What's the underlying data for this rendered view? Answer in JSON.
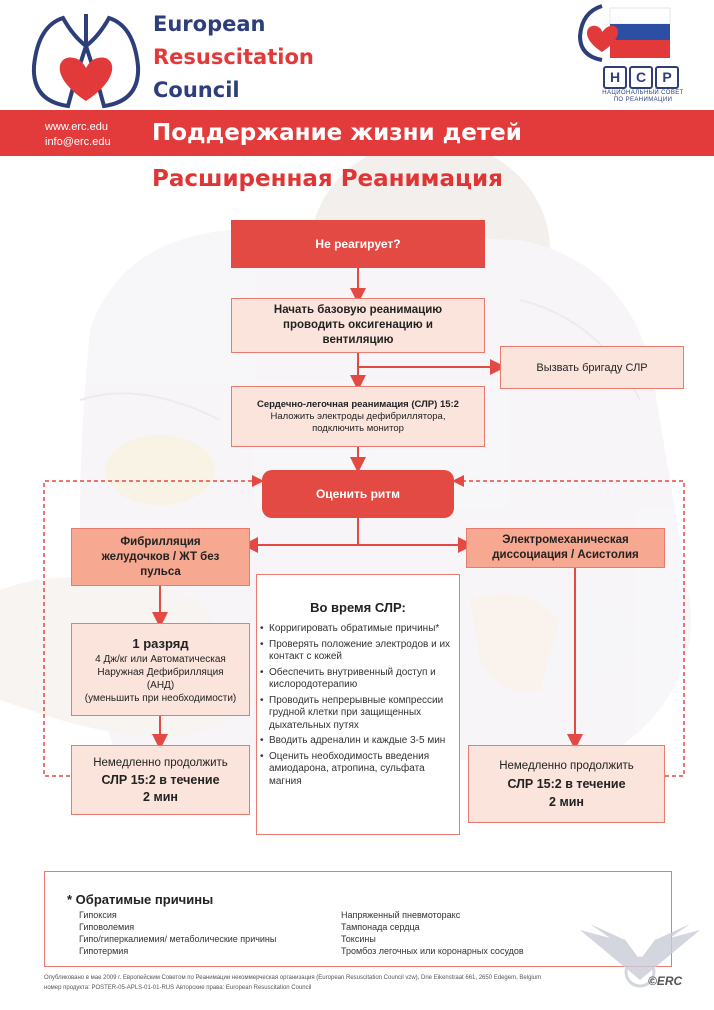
{
  "header": {
    "org_line1": "European",
    "org_line2": "Resuscitation",
    "org_line3": "Council",
    "web": "www.erc.edu",
    "email": "info@erc.edu",
    "title": "Поддержание жизни детей",
    "subtitle": "Расширенная Реанимация",
    "nsr_letters": [
      "Н",
      "С",
      "Р"
    ],
    "nsr_caption_line1": "НАЦИОНАЛЬНЫЙ СОВЕТ",
    "nsr_caption_line2": "ПО РЕАНИМАЦИИ"
  },
  "flow": {
    "unresponsive": "Не реагирует?",
    "bls": [
      "Начать базовую реанимацию",
      "проводить оксигенацию и",
      "вентиляцию"
    ],
    "call_team": "Вызвать бригаду СЛР",
    "cpr_title": "Сердечно-легочная реанимация (СЛР) 15:2",
    "cpr_lines": [
      "Наложить электроды дефибриллятора,",
      "подключить монитор"
    ],
    "assess": "Оценить ритм",
    "shockable": [
      "Фибрилляция",
      "желудочков / ЖТ без",
      "пульса"
    ],
    "nonshockable": [
      "Электромеханическая",
      "диссоциация / Асистолия"
    ],
    "shock_title": "1 разряд",
    "shock_lines": [
      "4 Дж/кг или Автоматическая",
      "Наружная Дефибрилляция",
      "(АНД)",
      "(уменьшить при необходимости)"
    ],
    "continue_left": [
      "Немедленно продолжить",
      "СЛР 15:2 в течение",
      "2 мин"
    ],
    "continue_right": [
      "Немедленно продолжить",
      "СЛР 15:2 в течение",
      "2 мин"
    ]
  },
  "during_cpr": {
    "title": "Во время СЛР:",
    "items": [
      "Корригировать обратимые причины*",
      "Проверять положение электродов и их контакт с кожей",
      "Обеспечить внутривенный доступ и кислородотерапию",
      "Проводить непрерывные компрессии грудной клетки при защищенных дыхательных путях",
      "Вводить адреналин и каждые 3-5 мин",
      "Оценить необходимость введения амиодарона, атропина, сульфата магния"
    ]
  },
  "reversible": {
    "title": "* Обратимые причины",
    "left": [
      "Гипоксия",
      "Гиповолемия",
      "Гипо/гиперкалиемия/ метаболические причины",
      "Гипотермия"
    ],
    "right": [
      "Напряженный пневмоторакс",
      "Тампонада сердца",
      "Токсины",
      "Тромбоз легочных или коронарных сосудов"
    ]
  },
  "footer": {
    "line1": "Опубликовано в мае 2009 г. Европейским Советом по Реанимации некоммерческая организация (European Resuscitation Council vzw), Drie Eikenstraat 661, 2650 Edegem, Belgium",
    "line2": "номер продукта: POSTER-05-APLS-01-01-RUS   Авторские права: European Resuscitation Council",
    "watermark": "©ERC"
  },
  "colors": {
    "red": "#e34a43",
    "navy": "#2d3e7a",
    "pink": "#fbe4dc",
    "salmon": "#f6a890"
  }
}
